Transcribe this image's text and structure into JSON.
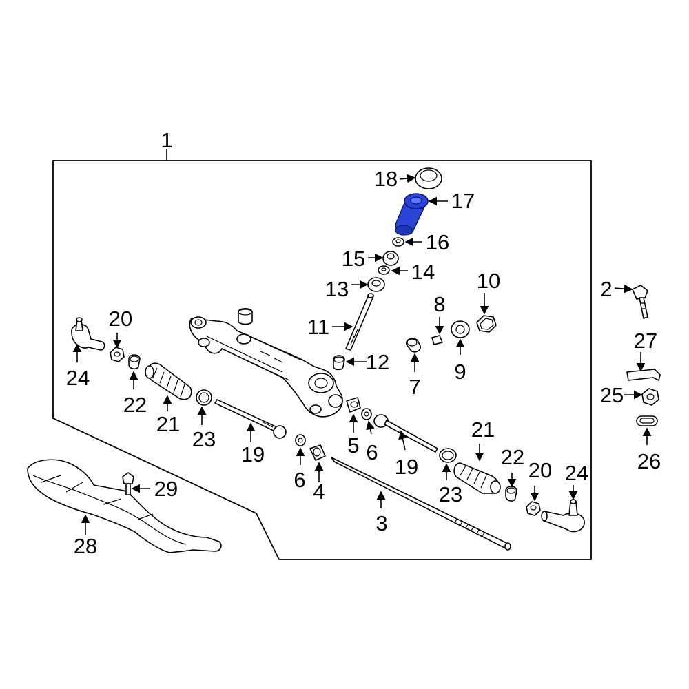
{
  "colors": {
    "highlight": "#2a45d6",
    "line": "#000000",
    "background": "#ffffff"
  },
  "highlighted_part": "17",
  "callouts": {
    "c1": "1",
    "c2": "2",
    "c3": "3",
    "c4": "4",
    "c5": "5",
    "c6a": "6",
    "c6b": "6",
    "c7": "7",
    "c8": "8",
    "c9": "9",
    "c10": "10",
    "c11": "11",
    "c12": "12",
    "c13": "13",
    "c14": "14",
    "c15": "15",
    "c16": "16",
    "c17": "17",
    "c18": "18",
    "c19a": "19",
    "c19b": "19",
    "c20a": "20",
    "c20b": "20",
    "c21a": "21",
    "c21b": "21",
    "c22a": "22",
    "c22b": "22",
    "c23a": "23",
    "c23b": "23",
    "c24a": "24",
    "c24b": "24",
    "c25": "25",
    "c26": "26",
    "c27": "27",
    "c28": "28",
    "c29": "29"
  }
}
